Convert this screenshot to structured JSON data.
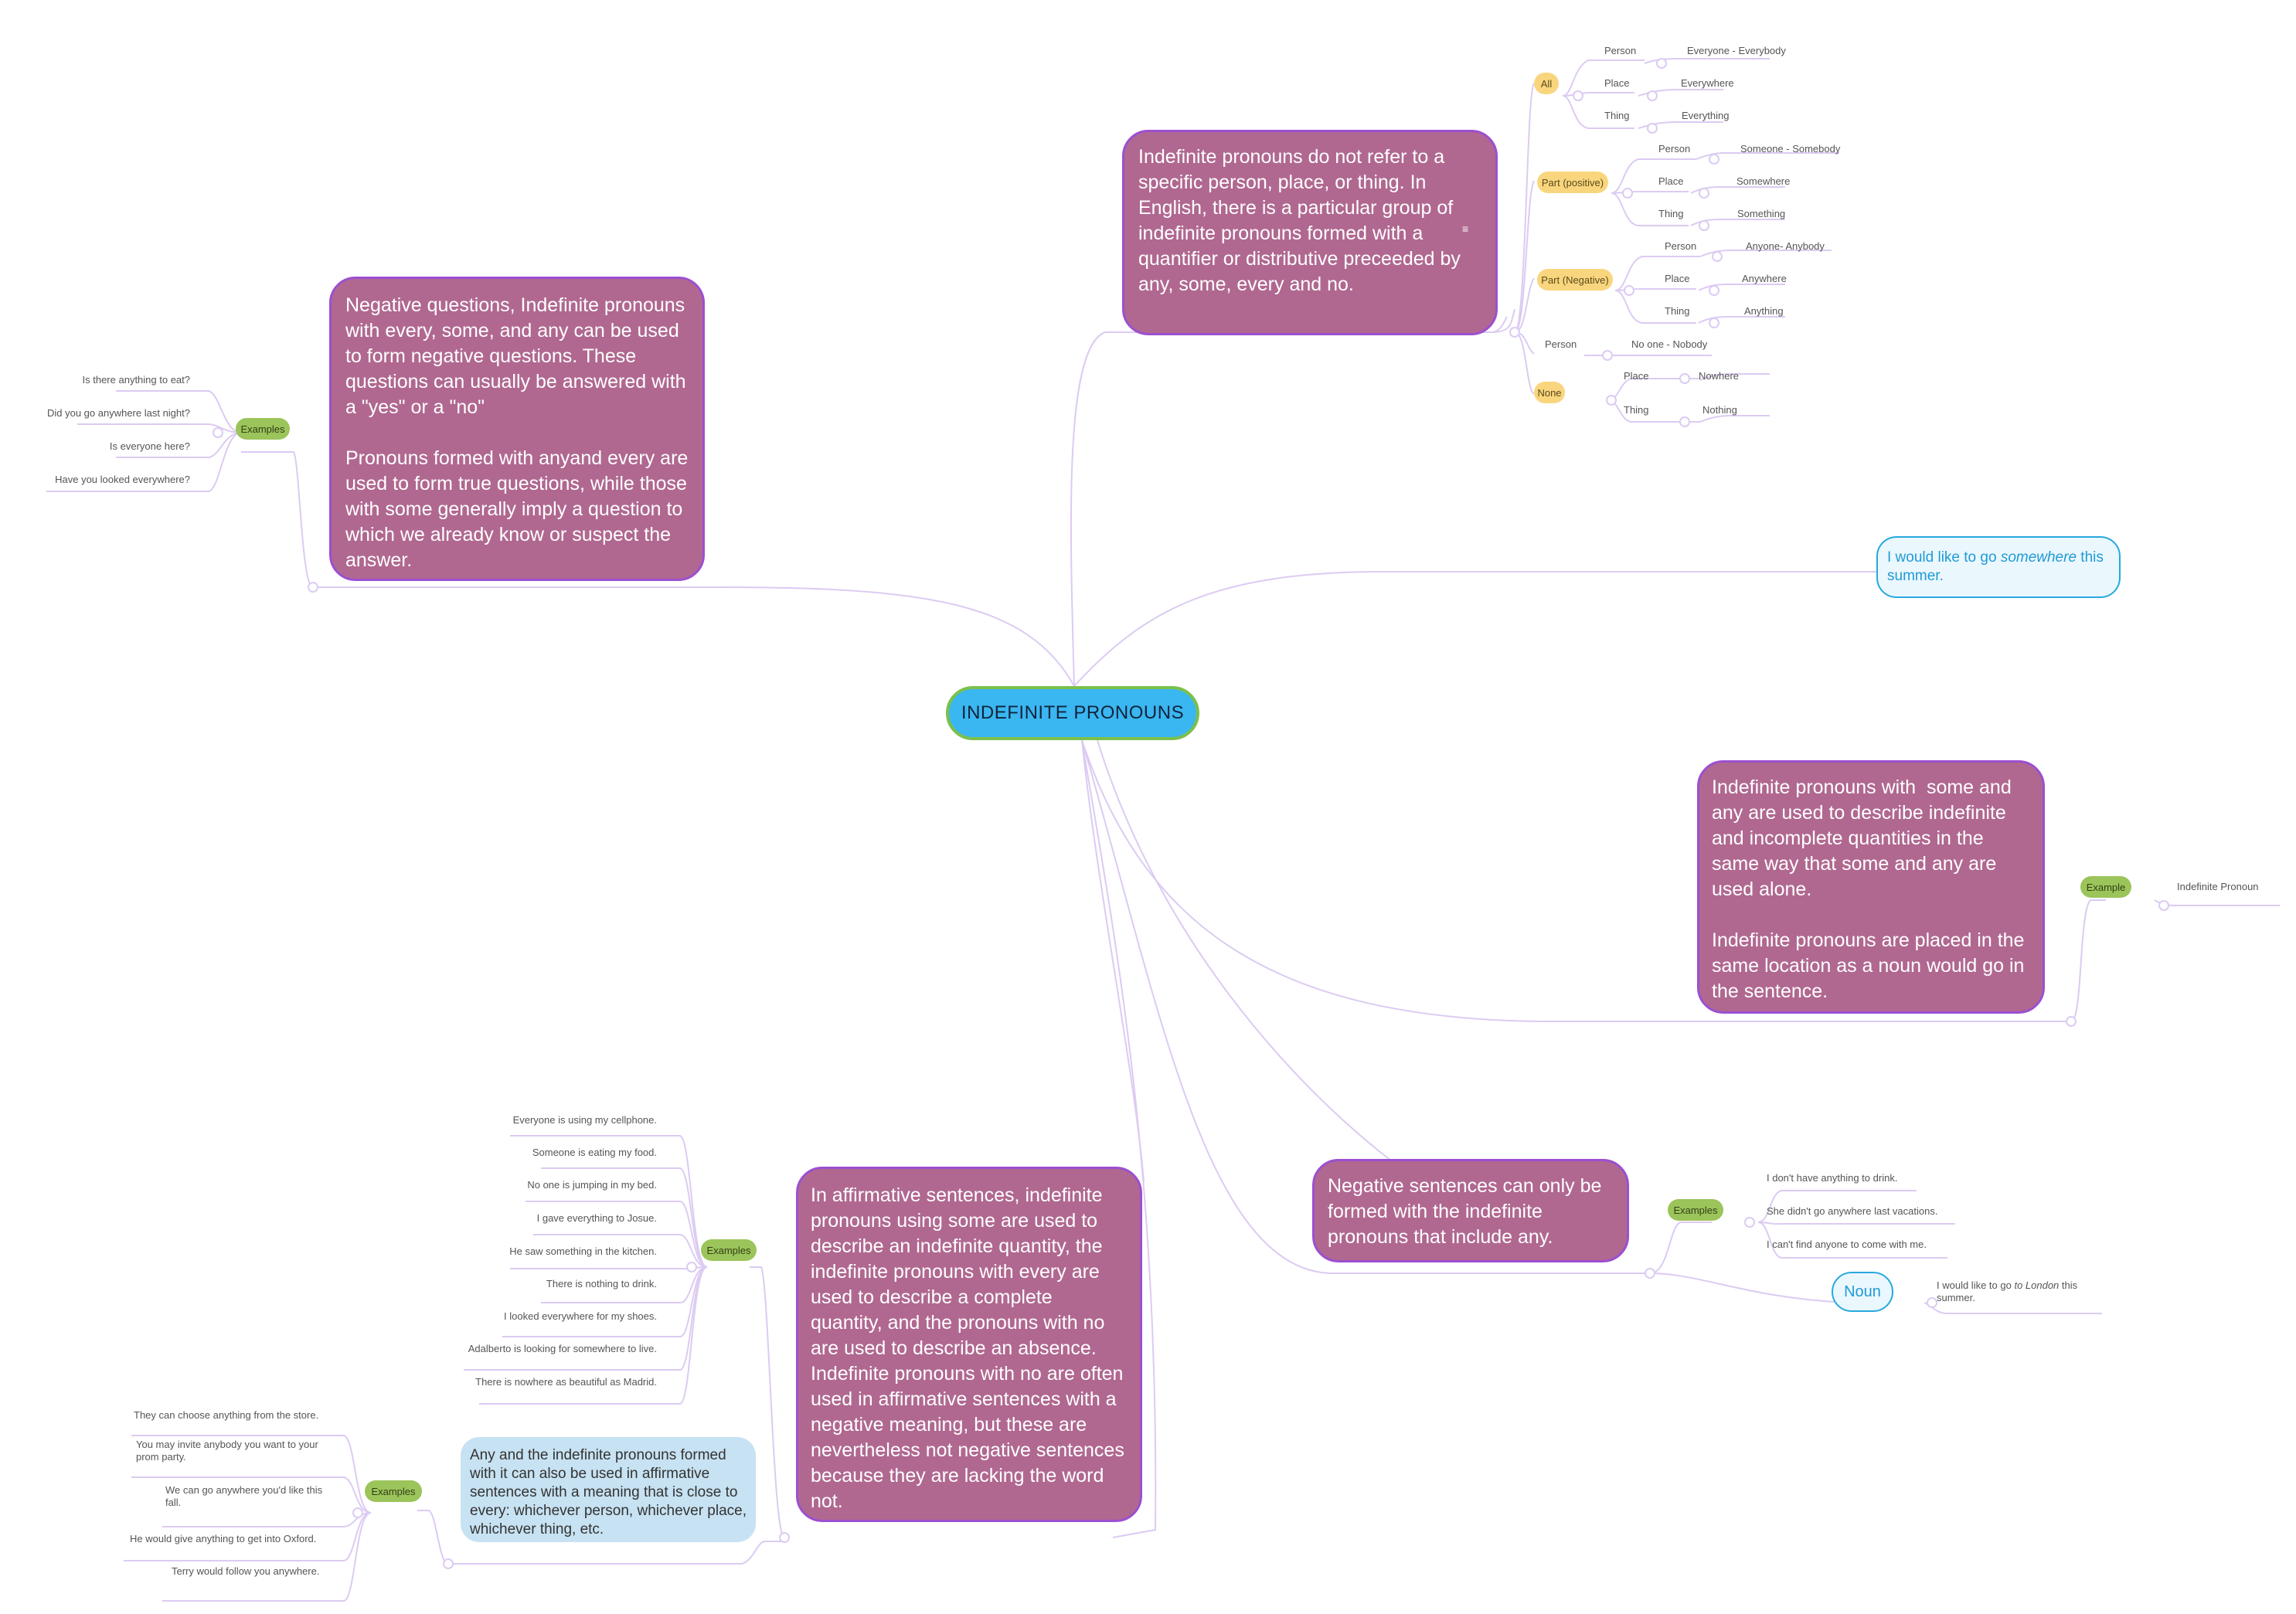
{
  "central": {
    "label": "INDEFINITE PRONOUNS"
  },
  "definition": {
    "text": "Indefinite pronouns do not refer to a specific person, place, or thing. In English, there is a particular group of indefinite pronouns formed with a quantifier or distributive preceeded by any, some, every and no.",
    "groups": [
      {
        "tag": "All",
        "color": "yellow",
        "items": [
          {
            "type": "Person",
            "value": "Everyone - Everybody"
          },
          {
            "type": "Place",
            "value": "Everywhere"
          },
          {
            "type": "Thing",
            "value": "Everything"
          }
        ]
      },
      {
        "tag": "Part (positive)",
        "color": "yellow",
        "items": [
          {
            "type": "Person",
            "value": "Someone - Somebody"
          },
          {
            "type": "Place",
            "value": "Somewhere"
          },
          {
            "type": "Thing",
            "value": "Something"
          }
        ]
      },
      {
        "tag": "Part (Negative)",
        "color": "yellow",
        "items": [
          {
            "type": "Person",
            "value": "Anyone- Anybody"
          },
          {
            "type": "Place",
            "value": "Anywhere"
          },
          {
            "type": "Thing",
            "value": "Anything"
          }
        ]
      },
      {
        "tag": "",
        "color": "",
        "items": [
          {
            "type": "Person",
            "value": "No one - Nobody"
          }
        ]
      },
      {
        "tag": "None",
        "color": "yellow",
        "items": [
          {
            "type": "Place",
            "value": "Nowhere"
          },
          {
            "type": "Thing",
            "value": "Nothing"
          }
        ]
      }
    ]
  },
  "negative_questions": {
    "text": "Negative questions, Indefinite pronouns with every, some, and any can be used to form negative questions. These questions can usually be answered with a \"yes\" or a \"no\"\n\nPronouns formed with anyand every are used to form true questions, while those with some generally imply a question to which we already know or suspect the answer.",
    "examples_label": "Examples",
    "examples": [
      "Is there anything to eat?",
      "Did you go anywhere last night?",
      "Is everyone here?",
      "Have you looked everywhere?"
    ]
  },
  "somewhere_example": {
    "before": "I would like to go ",
    "italic": "somewhere",
    "after": " this summer."
  },
  "quantities": {
    "text": "Indefinite pronouns with  some and any are used to describe indefinite and incomplete quantities in the same way that some and any are used alone.\n\nIndefinite pronouns are placed in the same location as a noun would go in the sentence.",
    "example_label": "Example",
    "example_value": "Indefinite Pronoun"
  },
  "negative_sentences": {
    "text": "Negative sentences can only be formed with the indefinite pronouns that include any.",
    "examples_label": "Examples",
    "examples": [
      "I don't have anything to drink.",
      "She didn't go anywhere last vacations.",
      "I can't find anyone to come with me."
    ],
    "noun_label": "Noun",
    "noun_example": {
      "before": "I would like to go ",
      "italic": "to London",
      "after": " this summer."
    }
  },
  "affirmative": {
    "text": "In affirmative sentences, indefinite pronouns using some are used to describe an indefinite quantity, the indefinite pronouns with every are used to describe a complete quantity, and the pronouns with no are used to describe an absence. Indefinite pronouns with no are often used in affirmative sentences with a negative meaning, but these are nevertheless not negative sentences because they are lacking the word not.",
    "examples_label": "Examples",
    "examples": [
      "Everyone is using my cellphone.",
      "Someone is eating my food.",
      "No one is jumping in my bed.",
      "I gave everything to Josue.",
      "He saw something in the kitchen.",
      "There is nothing to drink.",
      "I looked everywhere for my shoes.",
      "Adalberto is looking for somewhere to live.",
      "There is nowhere as beautiful as Madrid."
    ],
    "any_note": {
      "text": "Any and the indefinite pronouns formed with it can also be used in affirmative sentences with a meaning that is close to every: whichever person, whichever place, whichever thing, etc.",
      "examples_label": "Examples",
      "examples": [
        "They can choose anything from the store.",
        "You may invite anybody you want to your prom party.",
        "We can go anywhere you'd like this fall.",
        "He would give anything to get into Oxford.",
        "Terry would follow you anywhere."
      ]
    }
  },
  "colors": {
    "central_fill": "#3ab6f0",
    "central_border": "#7cc04b",
    "topic_fill": "#b06890",
    "topic_border": "#9c4fd0",
    "tag_green": "#9bc45a",
    "tag_yellow": "#f9d67e",
    "branch_line": "#d9c4f0",
    "callout_blue": "#27a9dd"
  }
}
